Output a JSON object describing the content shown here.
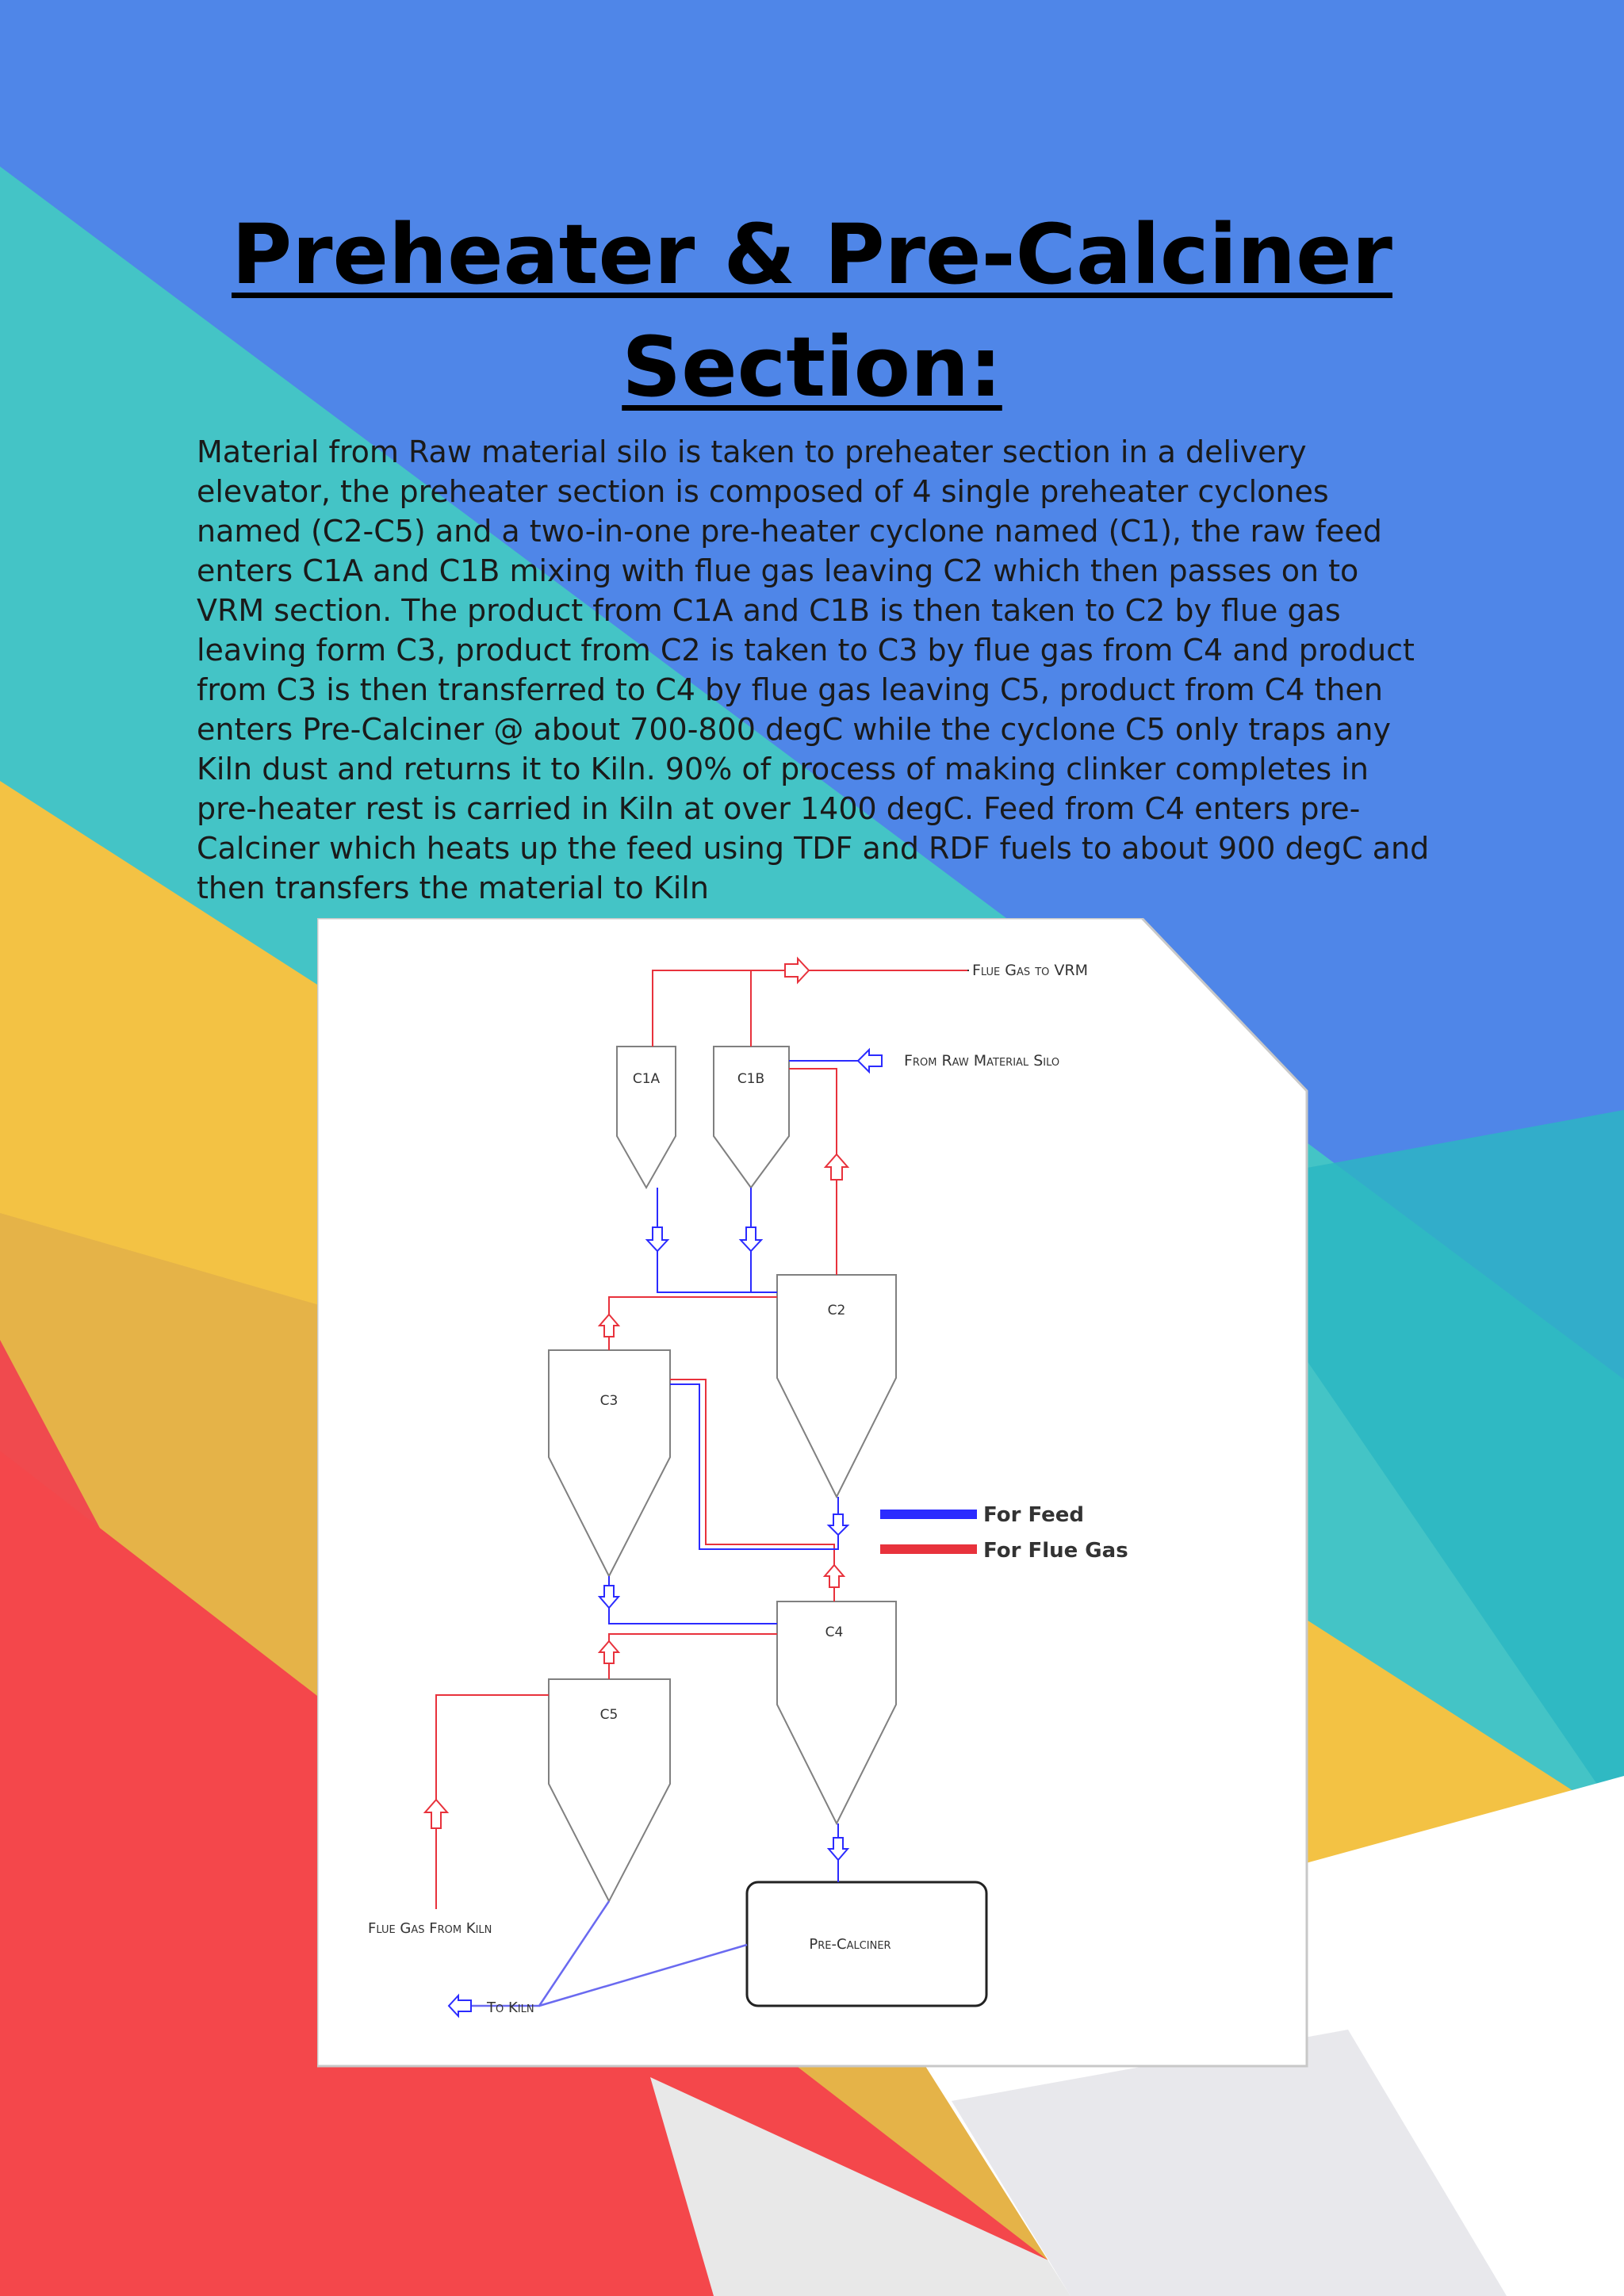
{
  "title": {
    "line1": "Preheater & Pre-Calciner",
    "line2": "Section:"
  },
  "body": "Material from Raw material silo is taken to preheater section in a delivery elevator, the preheater section is composed of 4 single preheater cyclones named (C2-C5) and a two-in-one pre-heater cyclone named (C1), the raw feed enters C1A and C1B mixing with flue gas leaving C2 which then passes on to VRM section. The product from C1A and C1B is then taken to C2 by flue gas leaving form C3, product from C2 is taken to C3 by flue gas from C4 and product from C3 is then transferred to C4 by flue gas leaving C5, product from C4 then enters Pre-Calciner @ about 700-800 degC while the cyclone C5 only traps any Kiln dust and returns it to Kiln. 90% of process of making clinker completes in pre-heater rest is carried in Kiln at over 1400 degC. Feed from C4 enters pre-Calciner which heats up the feed using TDF and RDF fuels to about 900 degC and then transfers the material to Kiln",
  "diagram": {
    "cyclones": {
      "c1a": "C1A",
      "c1b": "C1B",
      "c2": "C2",
      "c3": "C3",
      "c4": "C4",
      "c5": "C5"
    },
    "precalciner": "Pre-Calciner",
    "labels": {
      "flue_gas_to_vrm": "Flue Gas to VRM",
      "from_raw_material_silo": "From Raw Material Silo",
      "flue_gas_from_kiln": "Flue Gas From Kiln",
      "to_kiln": "To Kiln"
    },
    "legend": {
      "feed": "For Feed",
      "flue_gas": "For Flue Gas"
    },
    "colors": {
      "feed": "#2b2bff",
      "flue_gas": "#e8323c"
    }
  }
}
